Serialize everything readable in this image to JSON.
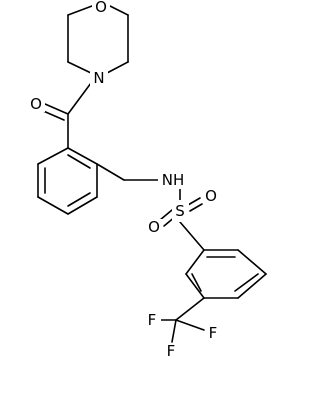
{
  "molecule": {
    "bond_color": "#000000",
    "background_color": "#ffffff",
    "atom_labels": {
      "morpholine_oxygen": "O",
      "morpholine_nitrogen": "N",
      "carbonyl_oxygen": "O",
      "amine_nh": "NH",
      "sulfur": "S",
      "sulfonyl_oxygen_left": "O",
      "sulfonyl_oxygen_right": "O",
      "fluorine_left": "F",
      "fluorine_bottom": "F",
      "fluorine_right": "F"
    }
  }
}
